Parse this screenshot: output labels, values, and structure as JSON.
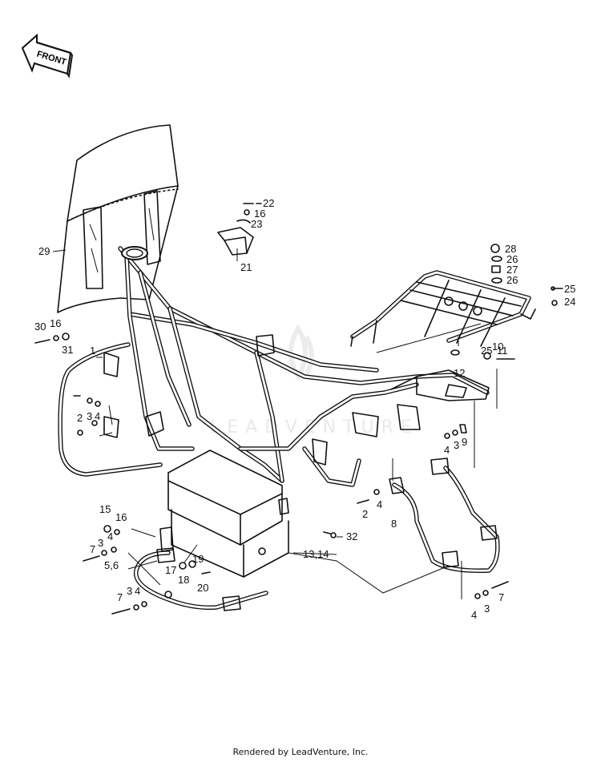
{
  "front_arrow": {
    "label": "FRONT"
  },
  "watermark": {
    "text": "LEADVENTURE"
  },
  "footer": {
    "text": "Rendered by LeadVenture, Inc."
  },
  "callouts": {
    "c22": "22",
    "c16a": "16",
    "c23": "23",
    "c21": "21",
    "c28": "28",
    "c26a": "26",
    "c27": "27",
    "c26b": "26",
    "c25a": "25",
    "c24": "24",
    "c29": "29",
    "c30": "30",
    "c16b": "16",
    "c31": "31",
    "c1": "1",
    "c2a": "2",
    "c3a": "3",
    "c4a": "4",
    "c12": "12",
    "c10": "10",
    "c25b": "25",
    "c11": "11",
    "c4b": "4",
    "c3b": "3",
    "c9": "9",
    "c2b": "2",
    "c4c": "4",
    "c8": "8",
    "c15": "15",
    "c16c": "16",
    "c4d": "4",
    "c3c": "3",
    "c7a": "7",
    "c56": "5,6",
    "c19": "19",
    "c17": "17",
    "c18": "18",
    "c20": "20",
    "c32": "32",
    "c1314": "13,14",
    "c7b": "7",
    "c3d": "3",
    "c4e": "4",
    "c4f": "4",
    "c3e": "3",
    "c7c": "7"
  }
}
